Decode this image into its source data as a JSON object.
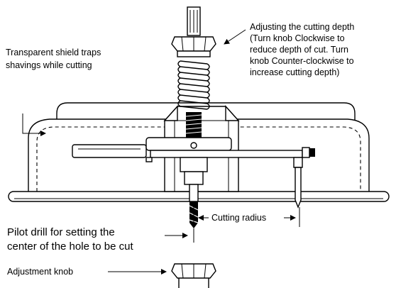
{
  "callouts": {
    "depth": [
      "Adjusting the cutting depth",
      "(Turn knob Clockwise to",
      "reduce depth of cut.  Turn",
      "knob Counter-clockwise to",
      "increase cutting depth)"
    ],
    "shield": [
      "Transparent shield traps",
      "shavings while cutting"
    ],
    "radius": "Cutting radius",
    "pilot": [
      "Pilot drill for setting the",
      "center of the hole to be cut"
    ],
    "knob": "Adjustment knob"
  }
}
